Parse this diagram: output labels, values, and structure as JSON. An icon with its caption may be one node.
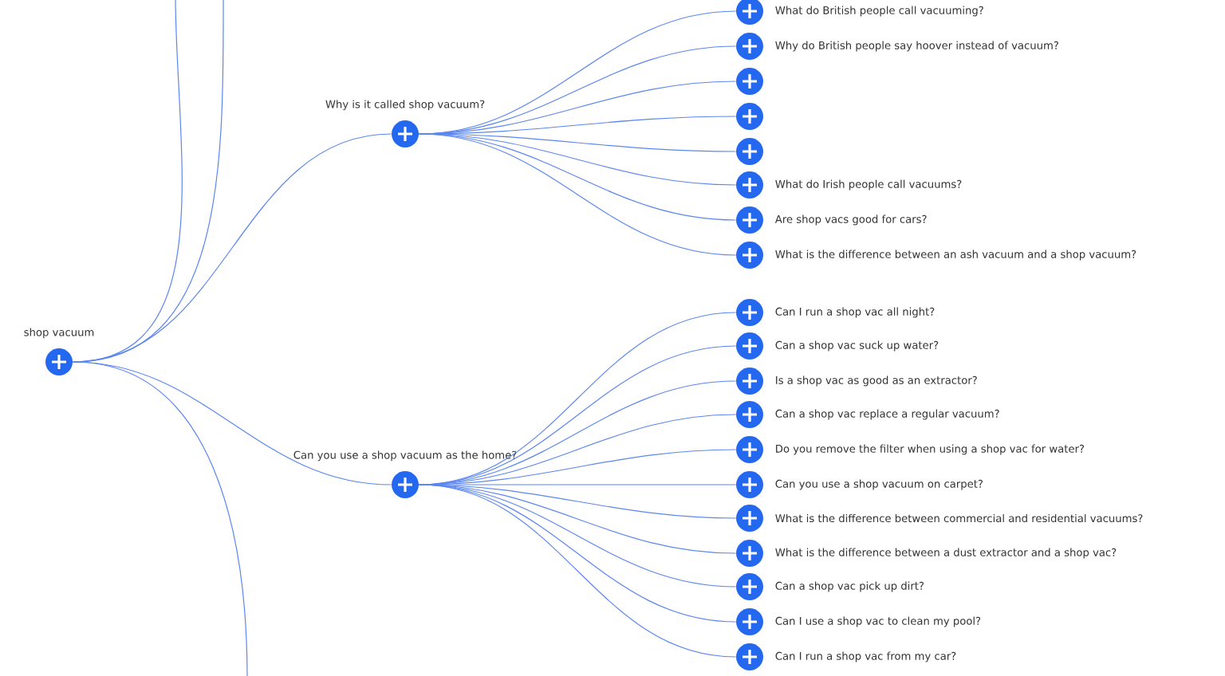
{
  "diagram": {
    "nodes": [
      {
        "text": [
          "shop vacuum"
        ]
      },
      {
        "text": [
          "Why is it called shop vacuum?"
        ]
      },
      {
        "text": [
          "What do British people call vacuuming?"
        ]
      },
      {
        "text": [
          "Why do British people say hoover instead of vacuum?"
        ]
      },
      {
        "text": [],
        "shape": "circle"
      },
      {
        "text": [],
        "shape": "circle"
      },
      {
        "text": [],
        "shape": "circle"
      },
      {
        "text": [
          "What do Irish people call vacuums?"
        ]
      },
      {
        "text": [
          "Are shop vacs good for cars?"
        ]
      },
      {
        "text": [
          "What is the difference between an ash vacuum and a shop vacuum?"
        ]
      },
      {
        "text": [
          "Can you use a shop vacuum as the home?"
        ]
      },
      {
        "text": [
          "Can I run a shop vac all night?"
        ]
      },
      {
        "text": [
          "Can a shop vac suck up water?"
        ]
      },
      {
        "text": [
          "Is a shop vac as good as an extractor?"
        ]
      },
      {
        "text": [
          "Can a shop vac replace a regular vacuum?"
        ]
      },
      {
        "text": [
          "Do you remove the filter when using a shop vac for water?"
        ]
      },
      {
        "text": [
          "Can you use a shop vacuum on carpet?"
        ]
      },
      {
        "text": [
          "What is the difference between commercial and residential vacuums?"
        ]
      },
      {
        "text": [
          "What is the difference between a dust extractor and a shop vac?"
        ]
      },
      {
        "text": [
          "Can a shop vac pick up dirt?"
        ]
      },
      {
        "text": [
          "Can I use a shop vac to clean my pool?"
        ]
      },
      {
        "text": [
          "Can I run a shop vac from my car?"
        ]
      }
    ],
    "edges": [
      {
        "from": 0,
        "to": null,
        "arrow": "none"
      },
      {
        "from": 0,
        "to": null,
        "arrow": "none"
      },
      {
        "from": 0,
        "to": 1,
        "arrow": "none"
      },
      {
        "from": 0,
        "to": 10,
        "arrow": "none"
      },
      {
        "from": 0,
        "to": null,
        "arrow": "none"
      },
      {
        "from": 1,
        "to": 2,
        "arrow": "none"
      },
      {
        "from": 1,
        "to": 3,
        "arrow": "none"
      },
      {
        "from": 1,
        "to": 4,
        "arrow": "none"
      },
      {
        "from": 1,
        "to": 5,
        "arrow": "none"
      },
      {
        "from": 1,
        "to": 6,
        "arrow": "none"
      },
      {
        "from": 1,
        "to": 7,
        "arrow": "none"
      },
      {
        "from": 1,
        "to": 8,
        "arrow": "none"
      },
      {
        "from": 1,
        "to": 9,
        "arrow": "none"
      },
      {
        "from": 10,
        "to": 11,
        "arrow": "none"
      },
      {
        "from": 10,
        "to": 12,
        "arrow": "none"
      },
      {
        "from": 10,
        "to": 13,
        "arrow": "none"
      },
      {
        "from": 10,
        "to": 14,
        "arrow": "none"
      },
      {
        "from": 10,
        "to": 15,
        "arrow": "none"
      },
      {
        "from": 10,
        "to": 16,
        "arrow": "none"
      },
      {
        "from": 10,
        "to": 17,
        "arrow": "none"
      },
      {
        "from": 10,
        "to": 18,
        "arrow": "none"
      },
      {
        "from": 10,
        "to": 19,
        "arrow": "none"
      },
      {
        "from": 10,
        "to": 20,
        "arrow": "none"
      },
      {
        "from": 10,
        "to": 21,
        "arrow": "none"
      }
    ]
  }
}
